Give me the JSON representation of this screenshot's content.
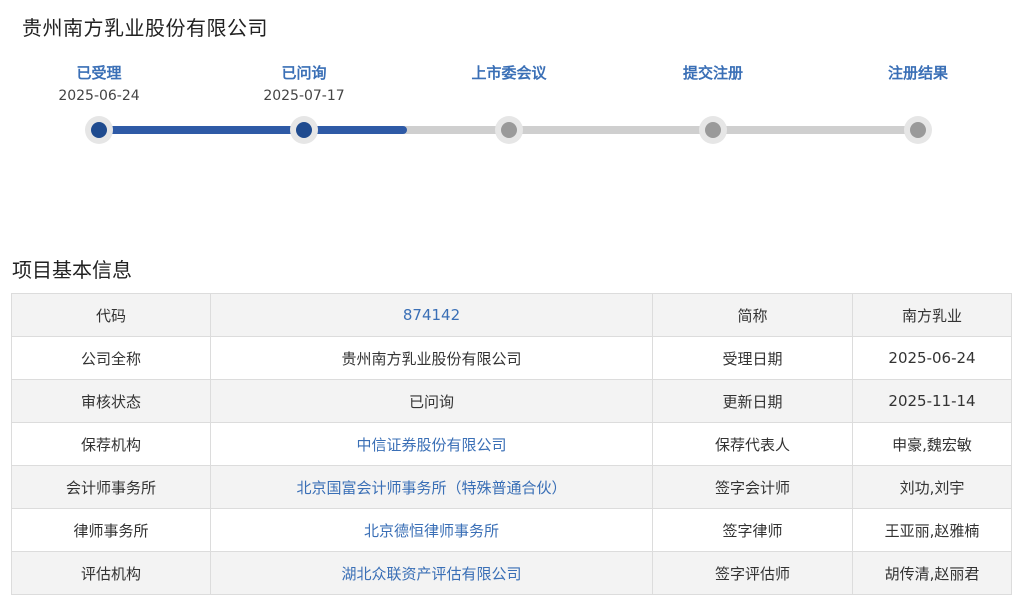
{
  "company_title": "贵州南方乳业股份有限公司",
  "timeline": {
    "steps": [
      {
        "label": "已受理",
        "date": "2025-06-24",
        "status": "done"
      },
      {
        "label": "已问询",
        "date": "2025-07-17",
        "status": "done"
      },
      {
        "label": "上市委会议",
        "date": "",
        "status": "pending"
      },
      {
        "label": "提交注册",
        "date": "",
        "status": "pending"
      },
      {
        "label": "注册结果",
        "date": "",
        "status": "pending"
      }
    ],
    "colors": {
      "done": "#1f4b8f",
      "pending": "#9a9a9a",
      "label": "#3a6fb6"
    }
  },
  "section_title": "项目基本信息",
  "info": {
    "rows": [
      {
        "k1": "代码",
        "v1": "874142",
        "k2": "简称",
        "v2": "南方乳业"
      },
      {
        "k1": "公司全称",
        "v1": "贵州南方乳业股份有限公司",
        "k2": "受理日期",
        "v2": "2025-06-24"
      },
      {
        "k1": "审核状态",
        "v1": "已问询",
        "k2": "更新日期",
        "v2": "2025-11-14"
      },
      {
        "k1": "保荐机构",
        "v1": "中信证券股份有限公司",
        "k2": "保荐代表人",
        "v2": "申豪,魏宏敏"
      },
      {
        "k1": "会计师事务所",
        "v1": "北京国富会计师事务所（特殊普通合伙）",
        "k2": "签字会计师",
        "v2": "刘功,刘宇"
      },
      {
        "k1": "律师事务所",
        "v1": "北京德恒律师事务所",
        "k2": "签字律师",
        "v2": "王亚丽,赵雅楠"
      },
      {
        "k1": "评估机构",
        "v1": "湖北众联资产评估有限公司",
        "k2": "签字评估师",
        "v2": "胡传清,赵丽君"
      }
    ]
  }
}
